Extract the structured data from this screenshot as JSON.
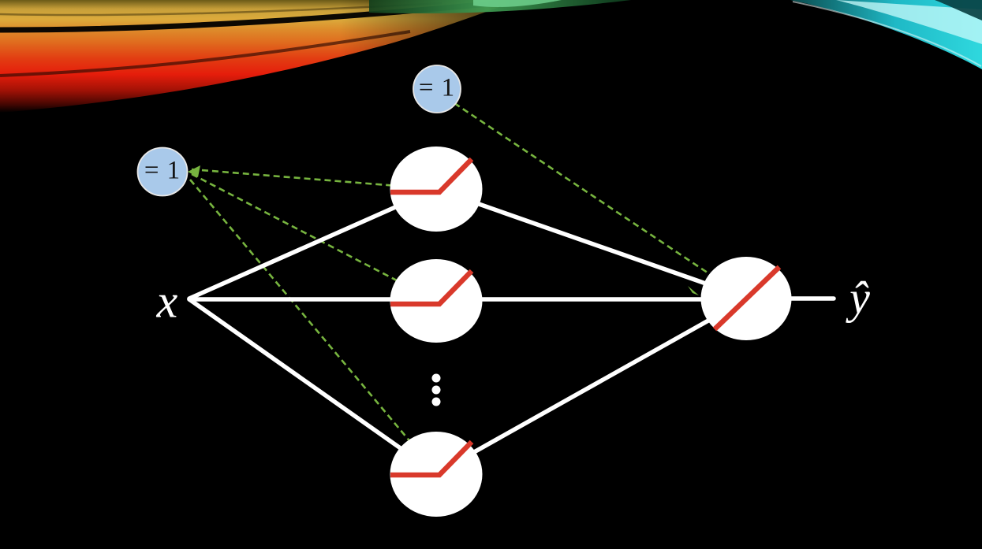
{
  "diagram": {
    "input_label": "x",
    "output_label": "ŷ",
    "bias_left_label": "= 1",
    "bias_top_label": "= 1",
    "hidden_neurons_visible": 3,
    "ellipsis_dots": 3,
    "hidden_activation_icon": "relu-elbow",
    "output_activation_icon": "linear-line",
    "colors": {
      "background": "#000000",
      "neuron_fill": "#ffffff",
      "connection_line": "#ffffff",
      "activation_line": "#d9392b",
      "bias_connection": "#77b43f",
      "bias_node_fill": "#a9c9ea",
      "bias_node_border": "#e8e8e8",
      "bias_text": "#141414",
      "decor_left": [
        "#c79f39",
        "#df7a22",
        "#e51d0b"
      ],
      "decor_top_green": "#3f9e53",
      "decor_right_cyan": "#2fd8de"
    }
  }
}
